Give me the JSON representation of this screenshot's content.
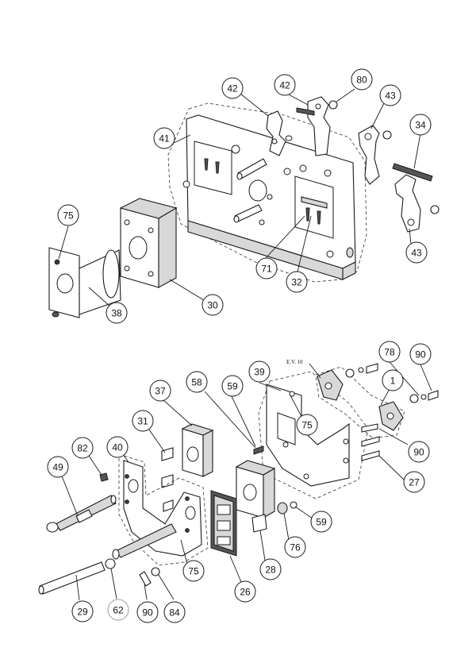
{
  "callouts": [
    {
      "id": "c42a",
      "label": "42"
    },
    {
      "id": "c42b",
      "label": "42"
    },
    {
      "id": "c80",
      "label": "80"
    },
    {
      "id": "c43a",
      "label": "43"
    },
    {
      "id": "c34",
      "label": "34"
    },
    {
      "id": "c41",
      "label": "41"
    },
    {
      "id": "c75a",
      "label": "75"
    },
    {
      "id": "c43b",
      "label": "43"
    },
    {
      "id": "c71",
      "label": "71"
    },
    {
      "id": "c32",
      "label": "32"
    },
    {
      "id": "c38",
      "label": "38"
    },
    {
      "id": "c30",
      "label": "30"
    },
    {
      "id": "c78",
      "label": "78"
    },
    {
      "id": "c90a",
      "label": "90"
    },
    {
      "id": "c1",
      "label": "1"
    },
    {
      "id": "c39",
      "label": "39"
    },
    {
      "id": "c58",
      "label": "58"
    },
    {
      "id": "c59a",
      "label": "59"
    },
    {
      "id": "c37",
      "label": "37"
    },
    {
      "id": "c75b",
      "label": "75"
    },
    {
      "id": "c31",
      "label": "31"
    },
    {
      "id": "c90b",
      "label": "90"
    },
    {
      "id": "c82",
      "label": "82"
    },
    {
      "id": "c40",
      "label": "40"
    },
    {
      "id": "c27",
      "label": "27"
    },
    {
      "id": "c49",
      "label": "49"
    },
    {
      "id": "c59b",
      "label": "59"
    },
    {
      "id": "c76",
      "label": "76"
    },
    {
      "id": "c75c",
      "label": "75"
    },
    {
      "id": "c28",
      "label": "28"
    },
    {
      "id": "c26",
      "label": "26"
    },
    {
      "id": "c29",
      "label": "29"
    },
    {
      "id": "c62",
      "label": "62",
      "faint": true
    },
    {
      "id": "c90c",
      "label": "90"
    },
    {
      "id": "c84",
      "label": "84"
    }
  ],
  "note": "E.V. 10"
}
